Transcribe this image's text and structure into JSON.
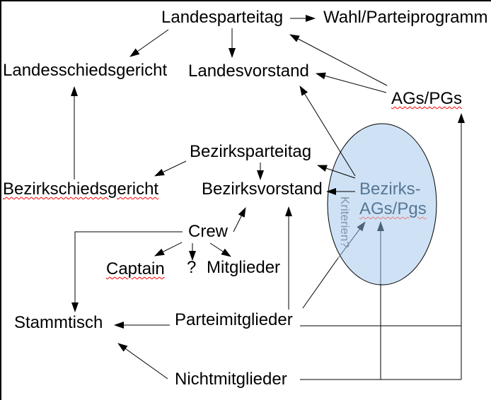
{
  "diagram": {
    "title": "Party structure diagram",
    "nodes": {
      "landesparteitag": "Landesparteitag",
      "wahl_parteiprogramm": "Wahl/Parteiprogramm",
      "landesschiedsgericht": "Landesschiedsgericht",
      "landesvorstand": "Landesvorstand",
      "ags_pgs": "AGs/PGs",
      "bezirksparteitag": "Bezirksparteitag",
      "bezirkschiedsgericht": "Bezirkschiedsgericht",
      "bezirksvorstand": "Bezirksvorstand",
      "crew": "Crew",
      "captain": "Captain",
      "question_mark": "?",
      "mitglieder": "Mitglieder",
      "stammtisch": "Stammtisch",
      "parteimitglieder": "Parteimitglieder",
      "nichtmitglieder": "Nichtmitglieder",
      "bezirks_ags_line1": "Bezirks-",
      "bezirks_ags_line2": "AGs/Pgs",
      "kriterien": "Kriterien?"
    },
    "edges": [
      {
        "from": "Landesparteitag",
        "to": "Wahl/Parteiprogramm",
        "style": "black-arrow"
      },
      {
        "from": "Landesparteitag",
        "to": "Landesschiedsgericht",
        "style": "black-arrow"
      },
      {
        "from": "Landesparteitag",
        "to": "Landesvorstand",
        "style": "black-arrow"
      },
      {
        "from": "AGs/PGs",
        "to": "Landesparteitag",
        "style": "black-arrow"
      },
      {
        "from": "AGs/PGs",
        "to": "Landesvorstand",
        "style": "black-arrow"
      },
      {
        "from": "Bezirkschiedsgericht",
        "to": "Landesschiedsgericht",
        "style": "black-arrow"
      },
      {
        "from": "Bezirksparteitag",
        "to": "Bezirkschiedsgericht",
        "style": "black-arrow"
      },
      {
        "from": "Bezirksparteitag",
        "to": "Bezirksvorstand",
        "style": "black-arrow"
      },
      {
        "from": "Bezirks-AGs/Pgs",
        "to": "Landesvorstand",
        "style": "black-arrow"
      },
      {
        "from": "Bezirks-AGs/Pgs",
        "to": "Bezirksparteitag",
        "style": "black-arrow"
      },
      {
        "from": "Bezirks-AGs/Pgs",
        "to": "Bezirksvorstand",
        "style": "black-arrow"
      },
      {
        "from": "Crew",
        "to": "Bezirksvorstand",
        "style": "black-arrow"
      },
      {
        "from": "Crew",
        "to": "Captain",
        "style": "black-arrow"
      },
      {
        "from": "Crew",
        "to": "?",
        "style": "black-arrow"
      },
      {
        "from": "Crew",
        "to": "Mitglieder",
        "style": "black-arrow"
      },
      {
        "from": "Crew",
        "to": "Stammtisch",
        "style": "black-arrow-elbow"
      },
      {
        "from": "Parteimitglieder",
        "to": "Stammtisch",
        "style": "black-arrow"
      },
      {
        "from": "Parteimitglieder",
        "to": "Bezirksvorstand",
        "style": "black-arrow"
      },
      {
        "from": "Parteimitglieder",
        "to": "AGs/PGs",
        "style": "black-arrow-elbow"
      },
      {
        "from": "Parteimitglieder",
        "to": "Bezirks-AGs/Pgs",
        "style": "slate-arrow"
      },
      {
        "from": "Nichtmitglieder",
        "to": "Stammtisch",
        "style": "black-arrow"
      },
      {
        "from": "Nichtmitglieder",
        "to": "AGs/PGs",
        "style": "black-arrow-elbow"
      },
      {
        "from": "Nichtmitglieder",
        "to": "Bezirks-AGs/Pgs",
        "style": "slate-arrow-elbow"
      }
    ],
    "colors": {
      "background": "#ffffff",
      "line": "#000000",
      "ellipse_fill": "#cfe2f5",
      "ellipse_text": "#567795",
      "kriterien_text": "#7e95ab",
      "slate_arrow": "#4d6478",
      "squiggle": "#ff0000",
      "squiggle_soft": "#e87878"
    }
  }
}
